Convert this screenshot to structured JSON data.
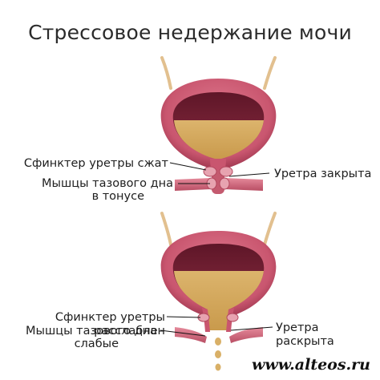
{
  "title": "Стрессовое недержание мочи",
  "top_diagram": {
    "label_sphincter": "Сфинктер уретры сжат",
    "label_muscles_line1": "Мышцы тазового дна",
    "label_muscles_line2": "в тонусе",
    "label_urethra": "Уретра закрыта"
  },
  "bottom_diagram": {
    "label_sphincter": "Сфинктер уретры расслаблен",
    "label_muscles_line1": "Мышцы тазового дна",
    "label_muscles_line2": "слабые",
    "label_urethra": "Уретра раскрыта"
  },
  "watermark": "www.alteos.ru",
  "colors": {
    "bladder_wall": "#c9566f",
    "bladder_wall_dark": "#8e2a42",
    "bladder_inner": "#7a2236",
    "urine": "#d9b067",
    "muscle": "#d9788a",
    "ureter": "#e9c9a0"
  }
}
